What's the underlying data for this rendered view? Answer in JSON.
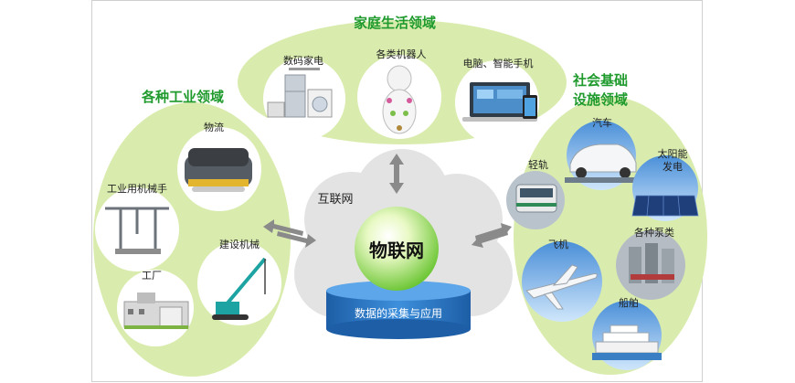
{
  "regions": {
    "home": {
      "title": "家庭生活领域",
      "items": [
        "数码家电",
        "各类机器人",
        "电脑、智能手机"
      ]
    },
    "industry": {
      "title": "各种工业领域",
      "items": [
        "物流",
        "工业用机械手",
        "建设机械",
        "工厂"
      ]
    },
    "social": {
      "title_line1": "社会基础",
      "title_line2": "设施领域",
      "items": [
        "汽车",
        "轻轨",
        "太阳能",
        "发电",
        "各种泵类",
        "飞机",
        "船舶"
      ]
    }
  },
  "center": {
    "network_label": "互联网",
    "core_label": "物联网",
    "base_label": "数据的采集与应用"
  },
  "colors": {
    "region_fill": "#d9ecae",
    "title_green": "#1f9a2c",
    "cloud_fill": "#e3e3e3",
    "sphere_green": "#7fd03a",
    "cylinder_blue": "#2b78c7",
    "arrow_gray": "#8a8a8a"
  }
}
